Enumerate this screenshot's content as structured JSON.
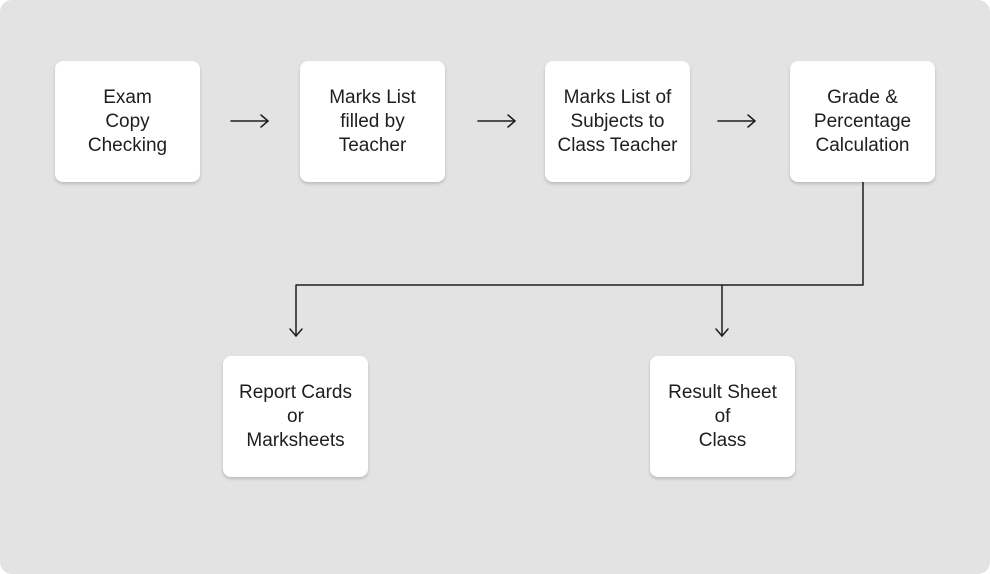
{
  "diagram": {
    "nodes": [
      {
        "id": "exam-copy-checking",
        "label": "Exam\nCopy\nChecking"
      },
      {
        "id": "marks-list-filled",
        "label": "Marks List\nfilled by\nTeacher"
      },
      {
        "id": "marks-list-subjects",
        "label": "Marks List of\nSubjects to\nClass Teacher"
      },
      {
        "id": "grade-percentage",
        "label": "Grade &\nPercentage\nCalculation"
      },
      {
        "id": "report-cards",
        "label": "Report Cards\nor\nMarksheets"
      },
      {
        "id": "result-sheet",
        "label": "Result Sheet\nof\nClass"
      }
    ],
    "edges": [
      {
        "from": "exam-copy-checking",
        "to": "marks-list-filled"
      },
      {
        "from": "marks-list-filled",
        "to": "marks-list-subjects"
      },
      {
        "from": "marks-list-subjects",
        "to": "grade-percentage"
      },
      {
        "from": "grade-percentage",
        "to": "report-cards"
      },
      {
        "from": "grade-percentage",
        "to": "result-sheet"
      }
    ],
    "colors": {
      "background": "#e3e3e3",
      "node": "#ffffff",
      "text": "#1e1e1e",
      "connector": "#1e1e1e"
    }
  }
}
